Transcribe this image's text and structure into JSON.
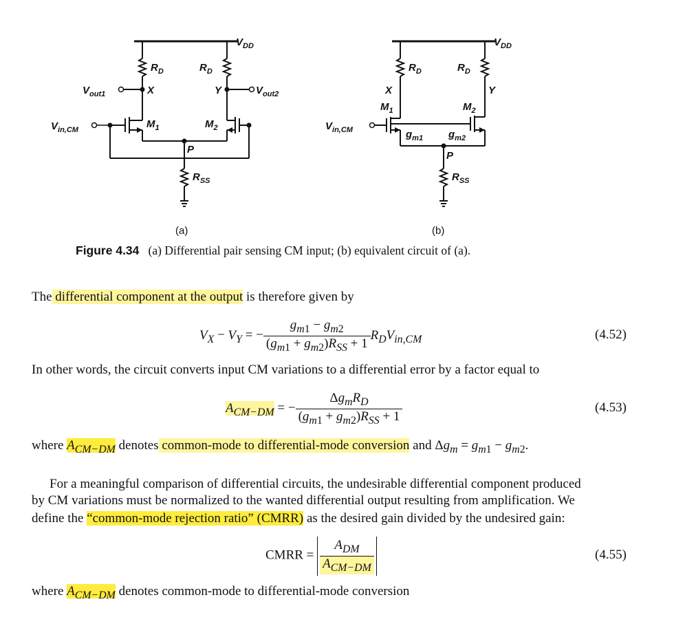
{
  "figure": {
    "a": {
      "vdd": "V",
      "vdd_sub": "DD",
      "rd_left": "R",
      "rd_left_sub": "D",
      "rd_right": "R",
      "rd_right_sub": "D",
      "x": "X",
      "y": "Y",
      "vout1": "V",
      "vout1_sub": "out1",
      "vout2": "V",
      "vout2_sub": "out2",
      "vin": "V",
      "vin_sub": "in,CM",
      "m1": "M",
      "m1_sub": "1",
      "m2": "M",
      "m2_sub": "2",
      "p": "P",
      "rss": "R",
      "rss_sub": "SS",
      "label": "(a)"
    },
    "b": {
      "vdd": "V",
      "vdd_sub": "DD",
      "rd_left": "R",
      "rd_left_sub": "D",
      "rd_right": "R",
      "rd_right_sub": "D",
      "x": "X",
      "y": "Y",
      "m1": "M",
      "m1_sub": "1",
      "m2": "M",
      "m2_sub": "2",
      "vin": "V",
      "vin_sub": "in,CM",
      "gm1": "g",
      "gm1_sub": "m1",
      "gm2": "g",
      "gm2_sub": "m2",
      "p": "P",
      "rss": "R",
      "rss_sub": "SS",
      "label": "(b)"
    }
  },
  "caption": {
    "number": "Figure 4.34",
    "text": "(a) Differential pair sensing CM input; (b) equivalent circuit of (a)."
  },
  "p1": {
    "pre": "The",
    "hl": " differential component at the output",
    "post": " is therefore given by"
  },
  "eq452": {
    "num": "(4.52)"
  },
  "p2": "In other words, the circuit converts input CM variations to a differential error by a factor equal to",
  "eq453": {
    "num": "(4.53)"
  },
  "p3": {
    "where": "where ",
    "denotes": " denotes",
    "hl": " common-mode to differential-mode conversion",
    "and": " and Δ"
  },
  "p4": {
    "line1": "For a meaningful comparison of differential circuits, the undesirable differential component produced",
    "line2": "by CM variations must be normalized to the wanted differential output resulting from amplification. We",
    "line3_pre": "define the ",
    "line3_hl": "“common-mode rejection ratio” (CMRR)",
    "line3_post": " as the desired gain divided by the undesired gain:"
  },
  "eq455": {
    "lhs": "CMRR =",
    "num": "(4.55)"
  },
  "p5": {
    "where": "where ",
    "rest": " denotes common-mode to differential-mode conversion"
  }
}
